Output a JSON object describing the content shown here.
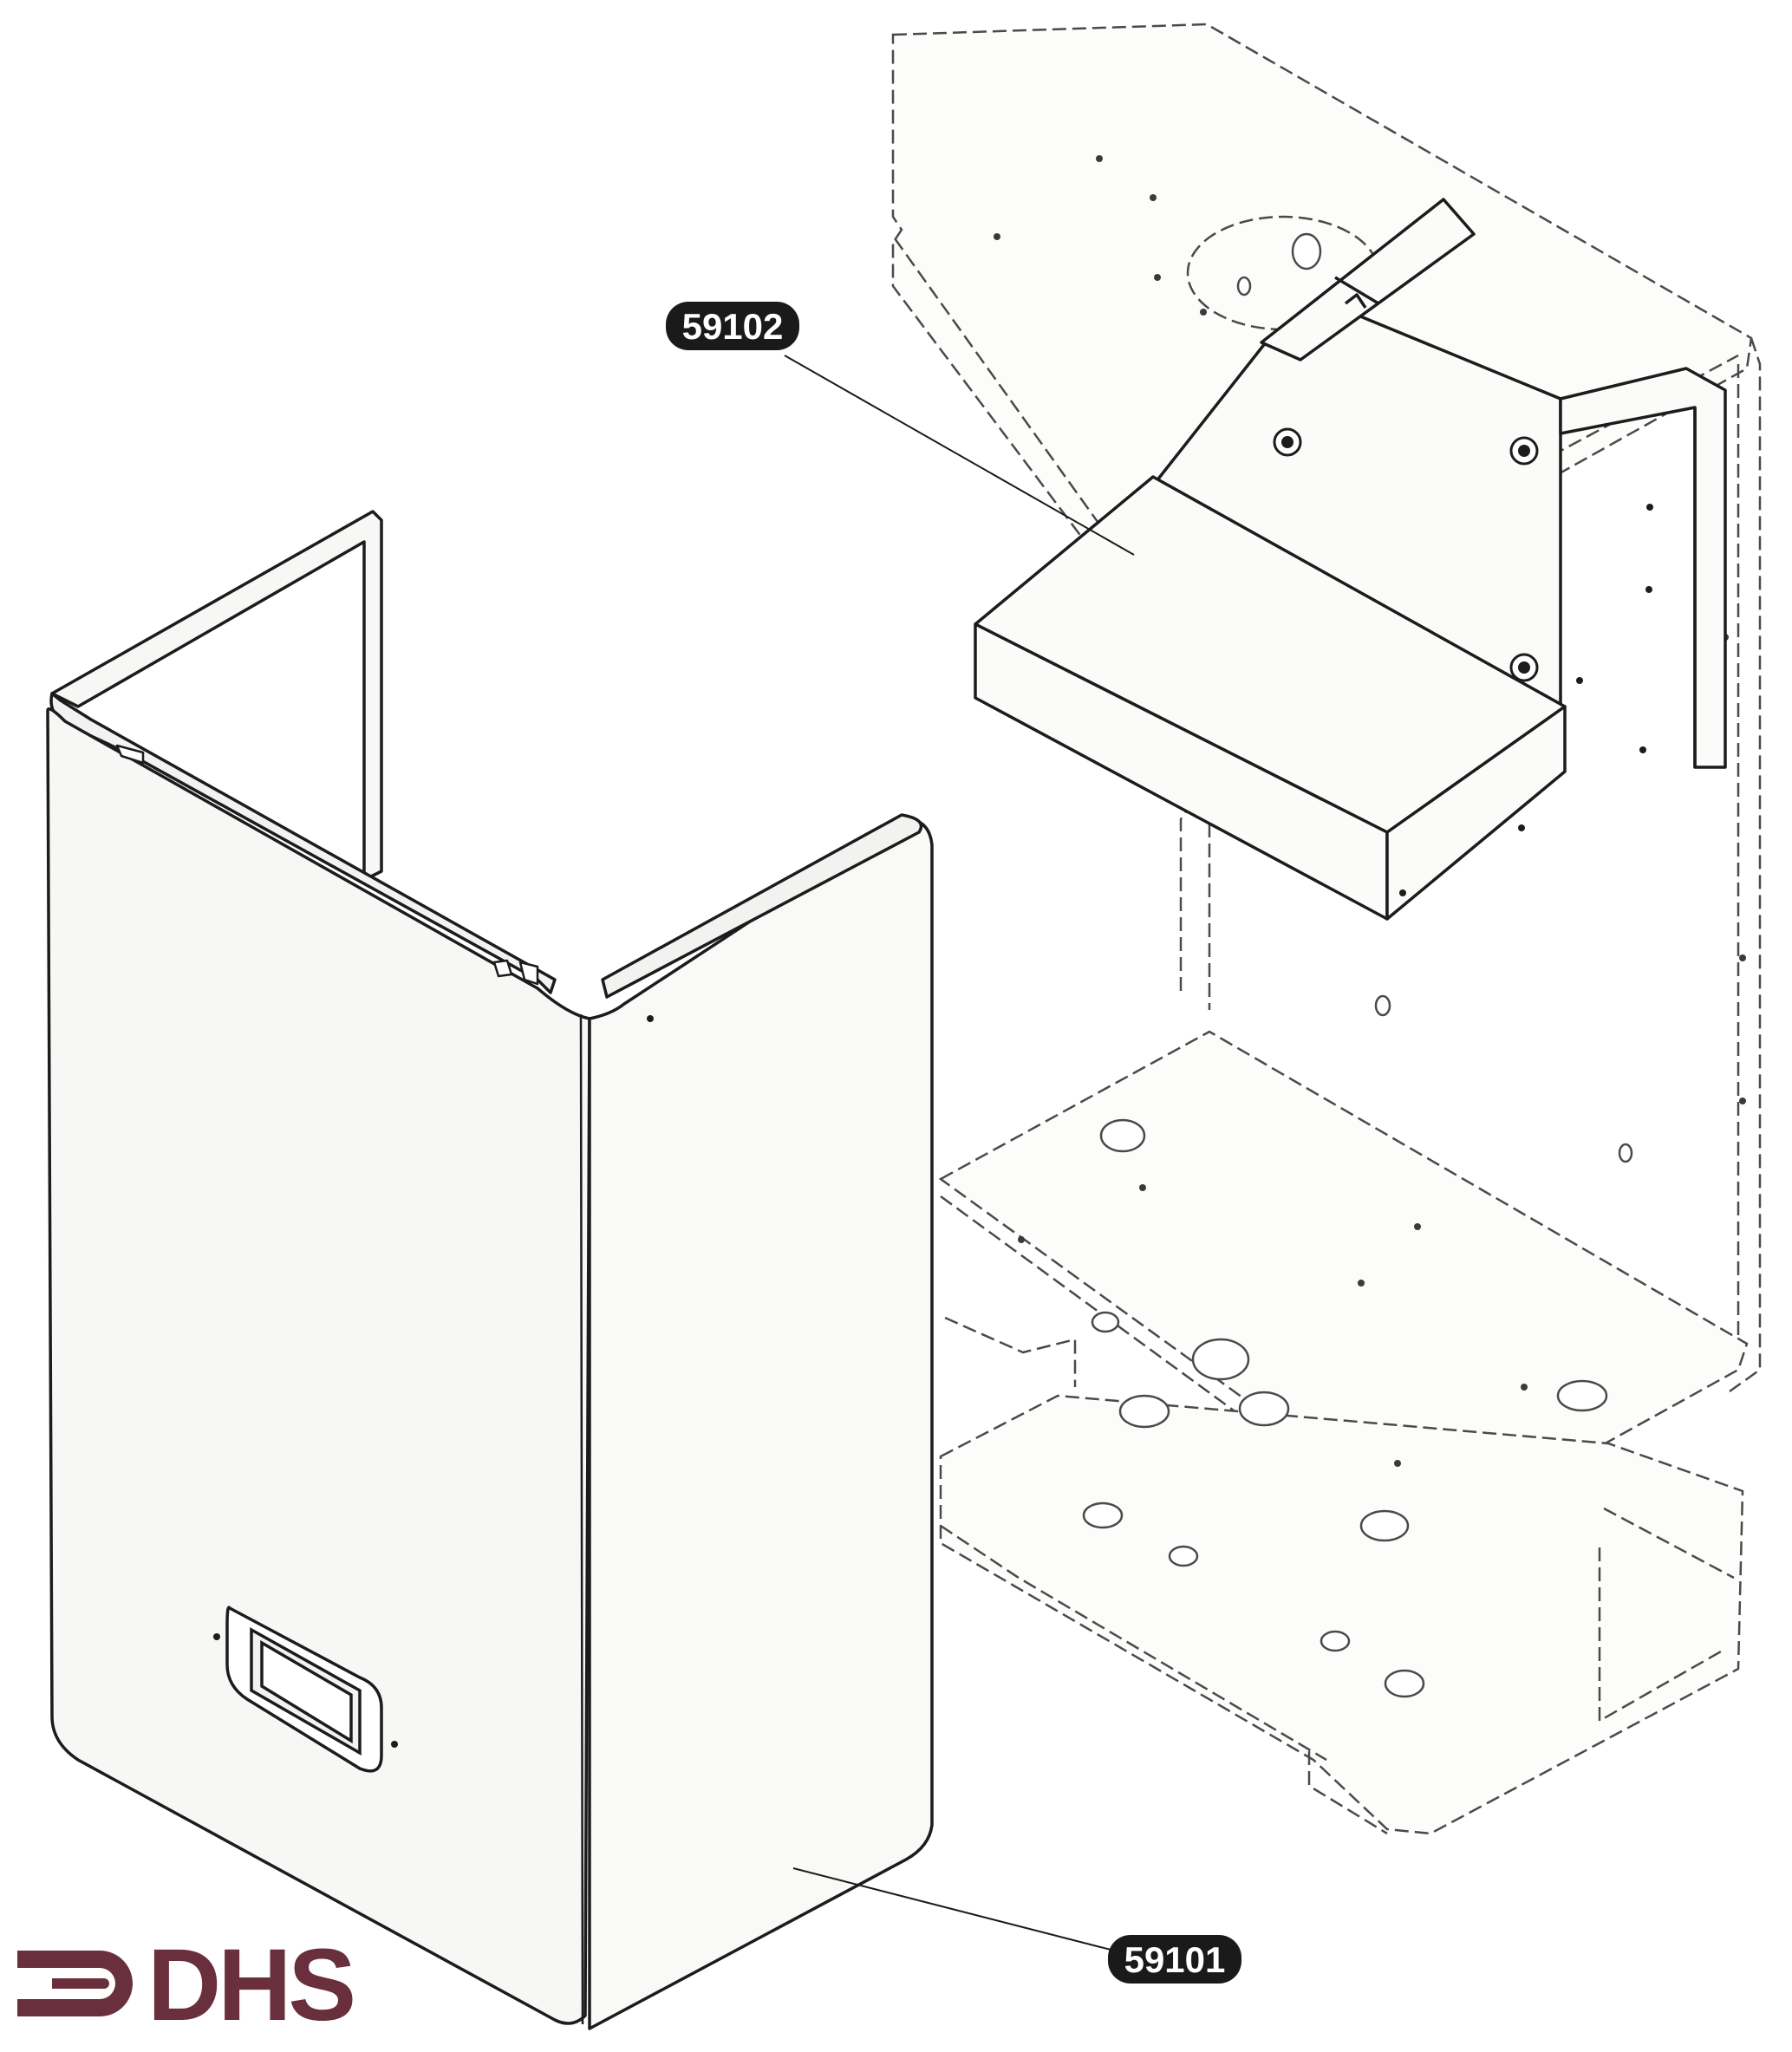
{
  "diagram": {
    "callouts": [
      {
        "id": "callout-59102",
        "label": "59102"
      },
      {
        "id": "callout-59101",
        "label": "59101"
      }
    ],
    "parts": [
      {
        "id": "part-59102",
        "name": "59102",
        "drawn_as": "solid"
      },
      {
        "id": "part-59101",
        "name": "59101",
        "drawn_as": "solid"
      },
      {
        "id": "boiler-chassis",
        "drawn_as": "dashed-phantom"
      }
    ]
  },
  "logo": {
    "text": "DHS",
    "color": "#6a2f3d"
  },
  "colors": {
    "line": "#1c1c1c",
    "phantom": "#4a4a4a",
    "callout_bg": "#1a1a1a",
    "callout_text": "#ffffff",
    "panel_fill": "#f7f7f6",
    "part_fill": "#fbfbfa"
  }
}
